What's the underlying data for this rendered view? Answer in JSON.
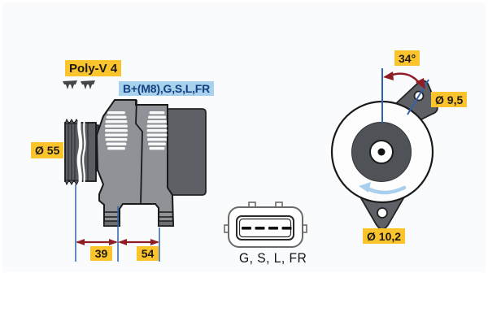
{
  "drawing_type": "alternator technical drawing",
  "side_view": {
    "belt_label": "Poly-V 4",
    "terminal_label": "B+(M8),G,S,L,FR",
    "pulley_diameter_label": "Ø 55",
    "dim_pulley_to_foot": "39",
    "dim_feet_span": "54"
  },
  "rear_view": {
    "mount_angle_label": "34°",
    "top_hole_diameter_label": "Ø 9,5",
    "bottom_hole_diameter_label": "Ø 10,2"
  },
  "connector": {
    "pins_label": "G, S, L, FR"
  },
  "colors": {
    "label_yellow": "#fbc42d",
    "label_blue_bg": "#a7d1ed",
    "label_blue_text": "#15407f",
    "dimension_red": "#8e1d26",
    "line_blue": "#2f63ad",
    "rotation_arrow_blue": "#a8cfee",
    "body_gray": "#8f9398",
    "dark_gray": "#5d6166"
  }
}
